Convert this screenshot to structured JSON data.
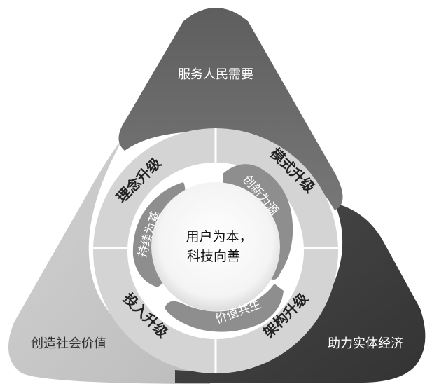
{
  "corners": {
    "top": "服务人民需要",
    "bottom_left": "创造社会价值",
    "bottom_right": "助力实体经济"
  },
  "ring": {
    "top_left": "理念升级",
    "top_right": "模式升级",
    "bottom_left": "投入升级",
    "bottom_right": "架构升级"
  },
  "inner": {
    "left": "持续为基",
    "top_right": "创新为源",
    "bottom": "价值共生"
  },
  "center": {
    "line1": "用户为本，",
    "line2": "科技向善"
  },
  "colors": {
    "top_triangle": "#6b6b6b",
    "left_triangle": "#c6c6c6",
    "right_triangle": "#3f3f3f",
    "ring": "#d4d4d4",
    "ring_divider": "#ffffff",
    "inner_swirl": "#8e8e8e",
    "center_fill": "#ffffff"
  }
}
